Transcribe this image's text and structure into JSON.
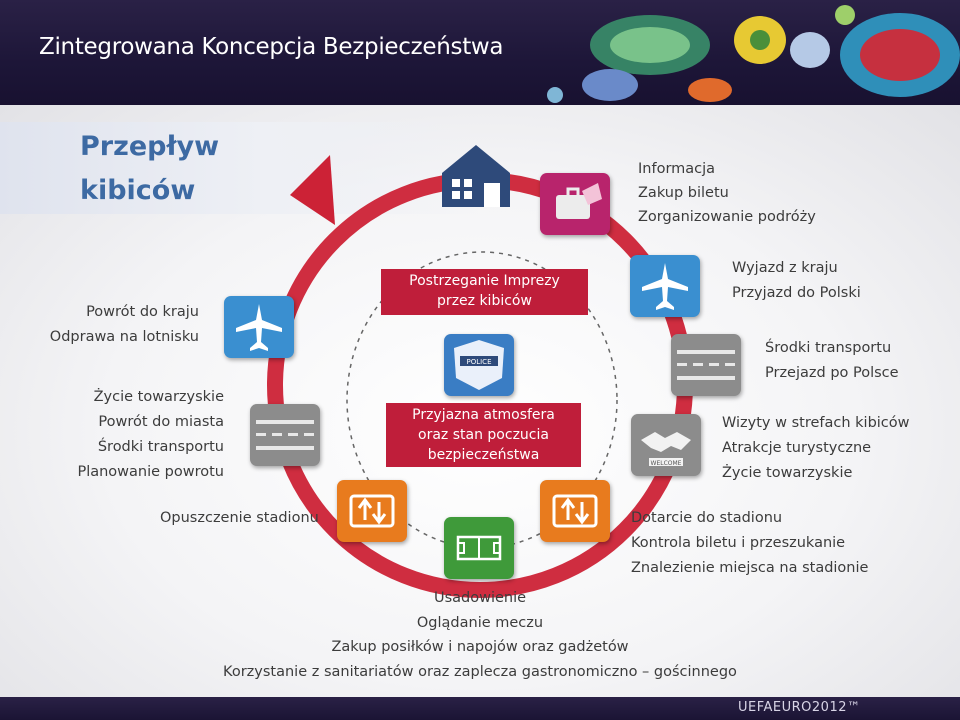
{
  "header": {
    "title": "Zintegrowana Koncepcja Bezpieczeństwa"
  },
  "headline": {
    "line1": "Przepływ",
    "line2": "kibiców"
  },
  "top_right": [
    "Informacja",
    "Zakup biletu",
    "Zorganizowanie podróży"
  ],
  "right_1": [
    "Wyjazd z kraju",
    "Przyjazd do Polski"
  ],
  "right_2": [
    "Środki transportu",
    "Przejazd po Polsce"
  ],
  "right_3": [
    "Wizyty w strefach kibiców",
    "Atrakcje turystyczne",
    "Życie towarzyskie"
  ],
  "right_4": [
    "Dotarcie do stadionu",
    "Kontrola biletu i przeszukanie",
    "Znalezienie miejsca na stadionie"
  ],
  "left_1": [
    "Powrót do kraju",
    "Odprawa na lotnisku"
  ],
  "left_2": [
    "Życie towarzyskie",
    "Powrót do miasta",
    "Środki transportu",
    "Planowanie powrotu"
  ],
  "left_3": "Opuszczenie stadionu",
  "bottom": [
    "Usadowienie",
    "Oglądanie meczu",
    "Zakup posiłków i napojów oraz gadżetów",
    "Korzystanie z sanitariatów oraz zaplecza gastronomiczno – gościnnego"
  ],
  "center_top_box": [
    "Postrzeganie Imprezy",
    "przez kibiców"
  ],
  "center_bottom_box": [
    "Przyjazna atmosfera",
    "oraz stan poczucia",
    "bezpieczeństwa"
  ],
  "icons": {
    "police_label": "POLICE",
    "welcome_label": "WELCOME"
  },
  "footer": {
    "logo": "UEFAEURO2012™"
  },
  "colors": {
    "ring": "#d42a3c",
    "accent_blue": "#3d6aa3",
    "box_red": "#bf1e3a"
  }
}
